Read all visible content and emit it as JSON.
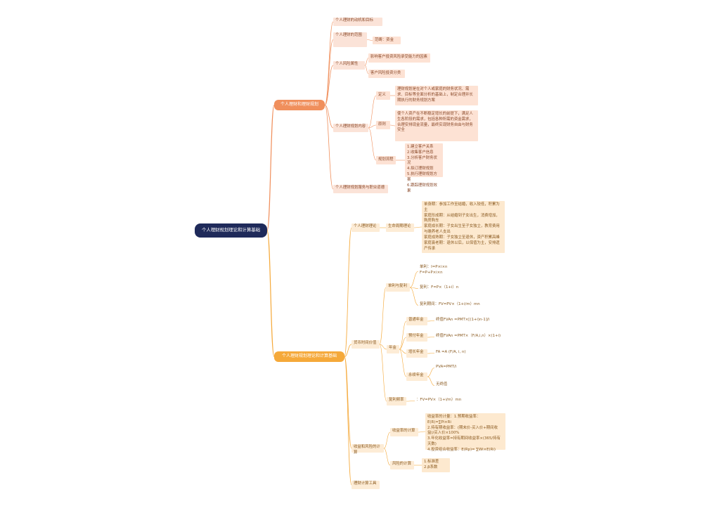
{
  "root": "个人理财规划理论和计算基础",
  "b1": {
    "title": "个人理财和理财规划",
    "c1": "个人理财的动机和目标",
    "c2": "个人理财的范围",
    "c2a": "范畴：资金",
    "c3": "个人风险属性",
    "c3a": "影响客户投资风险承受能力的因素",
    "c3b": "客户风险投资分类",
    "c4": "个人理财规划内容",
    "c4d1": "定义",
    "c4d1t": "理财规划是在对个人或家庭的财务状况、需求、目标等全面分析的基础上，制定合理并长期执行的财务规划方案",
    "c4d2": "原则",
    "c4d2t": "使个人资产在不断稳定增长的前提下，满足人生各阶段的需求，包括各种所需的资金需求，合理安排现金流量，最终实现财务自由与财务安全",
    "c4d3": "规划流程",
    "c4d3t": "1.建立客户关系\n2.收集客户信息\n3.分析客户财务状况\n4.拟订理财规划\n5.执行理财规划方案\n6.跟踪理财规划效果",
    "c5": "个人理财规划服务与职业道德"
  },
  "b2": {
    "title": "个人理财规划理论和计算基础",
    "s1": "个人理财理论",
    "s1a": "生命周期理论",
    "s1at": "单身期：参加工作至结婚，收入较低，积累为主\n家庭形成期：从结婚到子女出生，消费增加，购房购车\n家庭成长期：子女出生至子女独立，教育费用与赡养老人支出\n家庭成熟期：子女独立至退休，资产积累高峰\n家庭衰老期：退休以后，以保值为主，安排遗产传承",
    "s2": "货币时间价值",
    "s2a": "单利与复利",
    "s2a1": "单利：I=P×i×n\nF=P+P×i×n",
    "s2a2": "复利：F=P×（1+i）n",
    "s2a3": "复利期间：FV=PV×（1+i/m）mn",
    "s2b": "年金",
    "s2b1": "普通年金",
    "s2b1t": "终值FVAn =PMT×[(1+i)n-1]/i",
    "s2b2": "预付年金",
    "s2b2t": "终值FVAn =PMT×（F/A,i,n）×(1+i)",
    "s2b3": "增长年金",
    "s2b3t": "FA =A (F/A, i, n)",
    "s2b4": "永续年金",
    "s2b4a": "PVA=PMT/i",
    "s2b4b": "无终值",
    "s2c": "复利频率",
    "s2ct": "：FV=PV×（1+i/m）mn",
    "s3": "收益和风险的计算",
    "s3a": "收益率的计算",
    "s3at": "收益率的计量：1.预期收益率：E(R)=∑Pi×Ri\n2.持有期收益率：(期末价-买入价+期间收益)/买入价×100%\n3.年化收益率=持有期间收益率×(365/持有天数)\n4.投资组合收益率：E(Rp)= ∑Wi×E(Ri)",
    "s3b": "风险的计算",
    "s3bt": "1.标准差\n2.β系数",
    "s4": "理财计算工具"
  }
}
